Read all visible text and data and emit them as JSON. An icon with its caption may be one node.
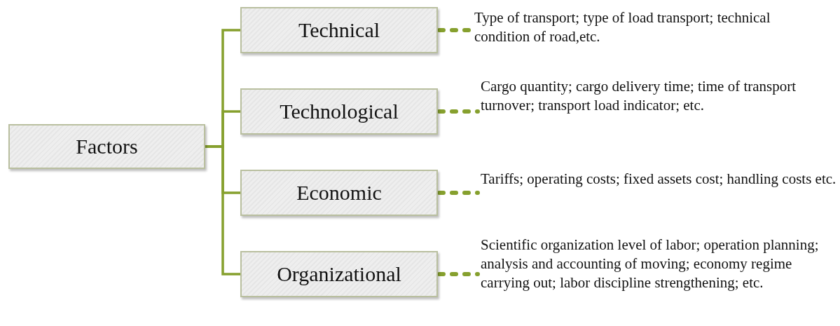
{
  "diagram": {
    "nodes": [
      {
        "text": [
          "Factors"
        ]
      },
      {
        "text": [
          "Technical"
        ]
      },
      {
        "text": [
          "Technological"
        ]
      },
      {
        "text": [
          "Economic"
        ]
      },
      {
        "text": [
          "Organizational"
        ]
      },
      {
        "text": [
          "Type of transport; type of load transport; technical condition of road,etc."
        ]
      },
      {
        "text": [
          "Cargo quantity; cargo delivery time; time of transport turnover; transport load indicator; etc."
        ]
      },
      {
        "text": [
          "Tariffs; operating costs; fixed assets cost; handling costs etc."
        ]
      },
      {
        "text": [
          "Scientific organization level of labor; operation planning; analysis and accounting of moving; economy regime carrying out; labor discipline strengthening; etc."
        ]
      }
    ],
    "edges": [
      {
        "from": 0,
        "to": 1,
        "arrow": "none"
      },
      {
        "from": 0,
        "to": 2,
        "arrow": "none"
      },
      {
        "from": 0,
        "to": 3,
        "arrow": "none"
      },
      {
        "from": 0,
        "to": 4,
        "arrow": "none"
      },
      {
        "from": 1,
        "to": 5,
        "arrow": "none",
        "style": "dashed"
      },
      {
        "from": 2,
        "to": 6,
        "arrow": "none",
        "style": "dashed"
      },
      {
        "from": 3,
        "to": 7,
        "arrow": "none",
        "style": "dashed"
      },
      {
        "from": 4,
        "to": 8,
        "arrow": "none",
        "style": "dashed"
      }
    ]
  }
}
